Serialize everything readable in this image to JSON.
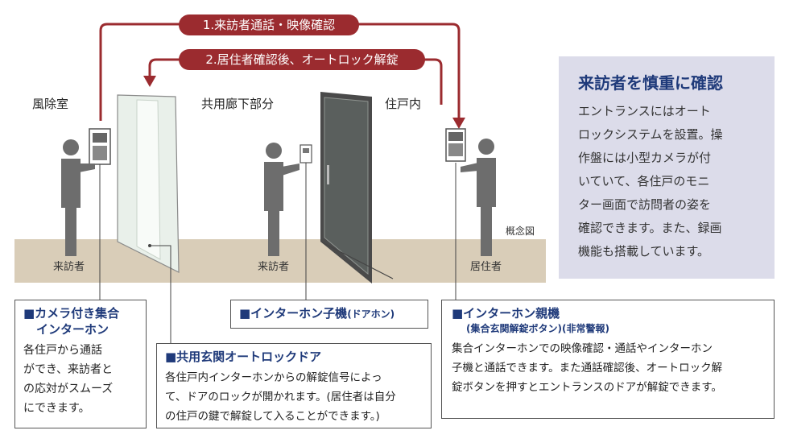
{
  "arrows": {
    "top": "1.来訪者通話・映像確認",
    "second": "2.居住者確認後、オートロック解錠"
  },
  "areas": {
    "windbreak": "風除室",
    "corridor": "共用廊下部分",
    "dwelling": "住戸内"
  },
  "people": {
    "visitor_left": "来訪者",
    "visitor_mid": "来訪者",
    "resident": "居住者"
  },
  "concept_label": "概念図",
  "panel": {
    "title": "来訪者を慎重に確認",
    "lines": [
      "エントランスにはオート",
      "ロックシステムを設置。操",
      "作盤には小型カメラが付",
      "いていて、各住戸のモニ",
      "ター画面で訪問者の姿を",
      "確認できます。また、録画",
      "機能も搭載しています。"
    ]
  },
  "boxes": {
    "camera": {
      "title_lines": [
        "■カメラ付き集合",
        "インターホン"
      ],
      "body_lines": [
        "各住戸から通話",
        "ができ、来訪者と",
        "の応対がスムーズ",
        "にできます。"
      ]
    },
    "door": {
      "title": "■共用玄関オートロックドア",
      "body_lines": [
        "各住戸内インターホンからの解錠信号によっ",
        "て、ドアのロックが開かれます。(居住者は自分",
        "の住戸の鍵で解錠して入ることができます。)"
      ]
    },
    "sub_unit": {
      "title": "■インターホン子機",
      "title_suffix": "(ドアホン)"
    },
    "master": {
      "title": "■インターホン親機",
      "subtitle": "(集合玄関解錠ボタン)(非常警報)",
      "body_lines": [
        "集合インターホンでの映像確認・通話やインターホン",
        "子機と通話できます。また通話確認後、オートロック解",
        "錠ボタンを押すとエントランスのドアが解錠できます。"
      ]
    }
  },
  "colors": {
    "accent_red": "#9b2b2f",
    "title_blue": "#1f3a7a",
    "panel_bg": "#dcdcea",
    "floor": "#d9cdb8",
    "figure": "#6d6d6d"
  }
}
